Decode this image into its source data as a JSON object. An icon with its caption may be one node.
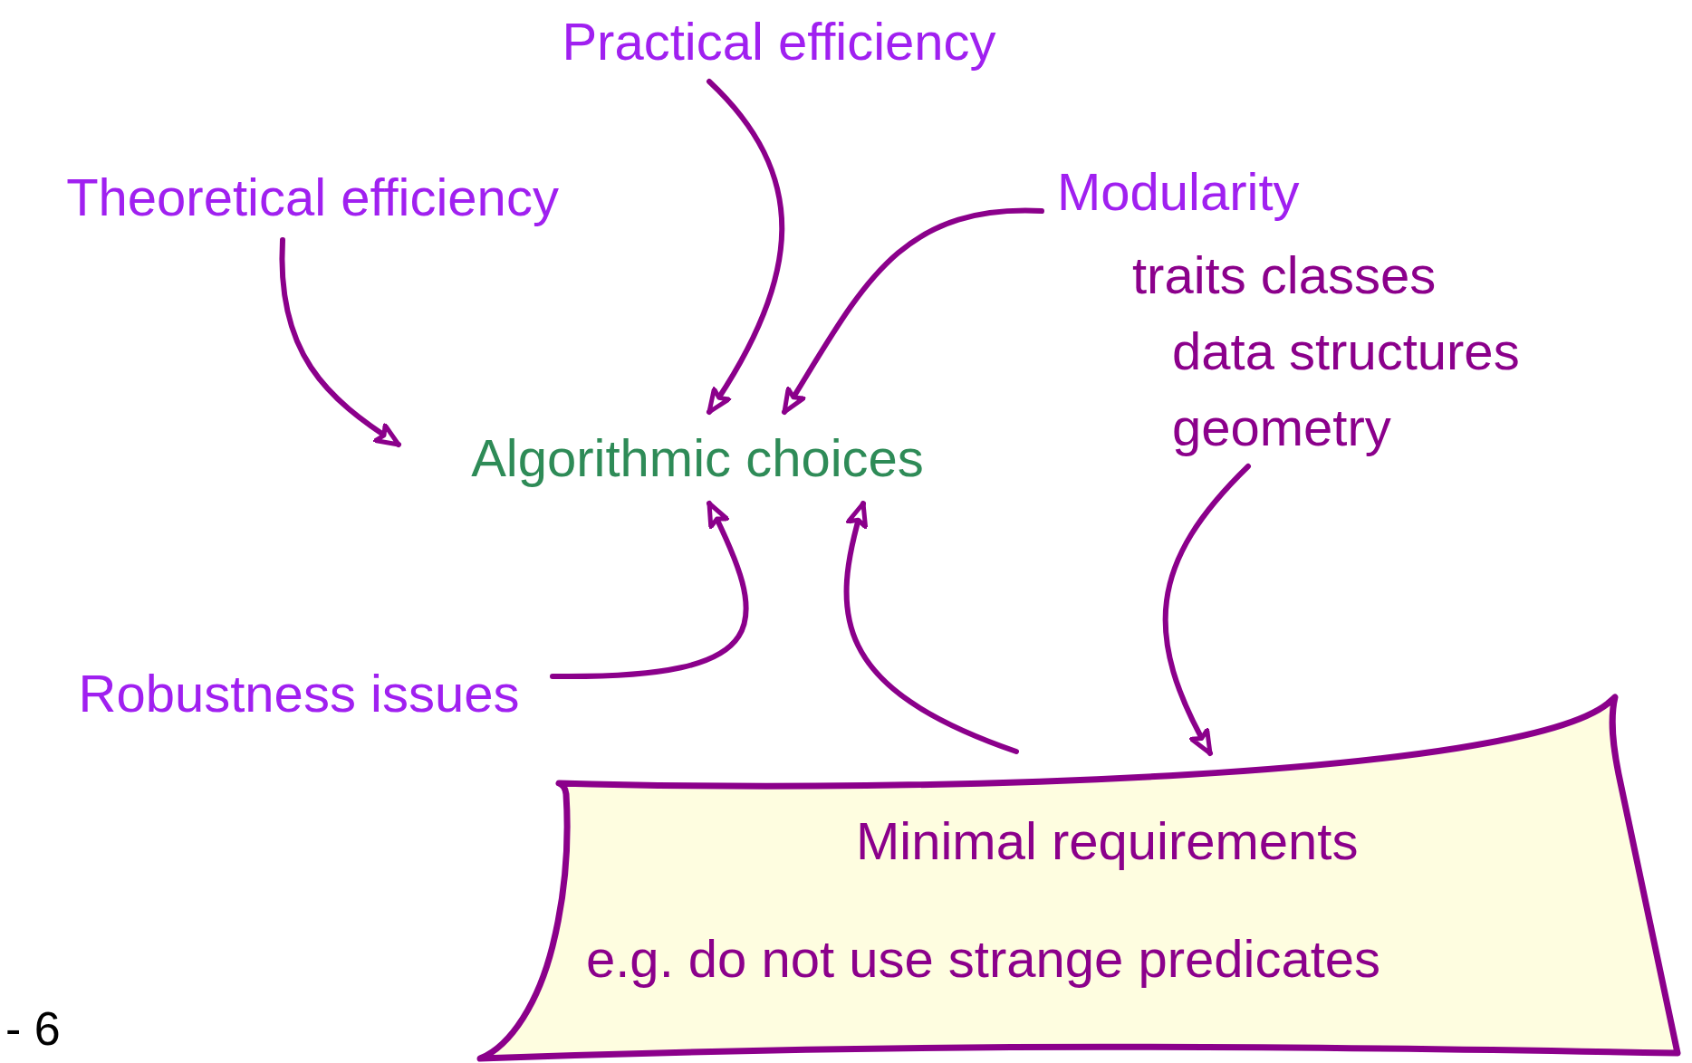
{
  "diagram": {
    "nodes": [
      {
        "text": [
          "Practical efficiency"
        ]
      },
      {
        "text": [
          "Theoretical efficiency"
        ]
      },
      {
        "text": [
          "Modularity",
          "traits classes",
          "data structures",
          "geometry"
        ]
      },
      {
        "text": [
          "Algorithmic choices"
        ]
      },
      {
        "text": [
          "Robustness issues"
        ]
      },
      {
        "text": [
          "Minimal requirements",
          "e.g. do not use strange predicates"
        ]
      }
    ],
    "edges": [
      {
        "from": 0,
        "to": 3,
        "arrow": "to"
      },
      {
        "from": 1,
        "to": 3,
        "arrow": "to"
      },
      {
        "from": 2,
        "to": 3,
        "arrow": "to"
      },
      {
        "from": 4,
        "to": 3,
        "arrow": "to"
      },
      {
        "from": 5,
        "to": 3,
        "arrow": "to"
      },
      {
        "from": 2,
        "to": 5,
        "arrow": "to"
      }
    ],
    "labels": [
      "- 6"
    ]
  }
}
